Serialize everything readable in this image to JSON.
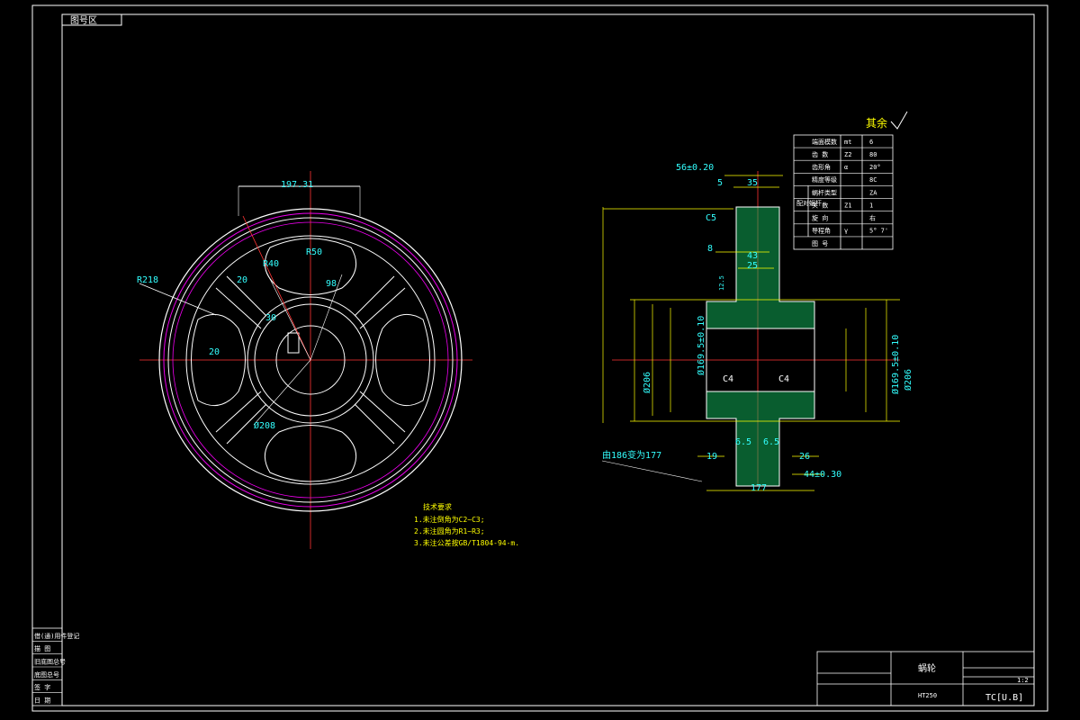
{
  "drawing": {
    "corner_tag": "图号区",
    "dims_left": {
      "d197": "197.31",
      "r218": "R218",
      "d20a": "20",
      "d20b": "20",
      "r40": "R40",
      "r50": "R50",
      "d30": "30",
      "d98": "98",
      "d208": "Ø208"
    },
    "dims_right": {
      "d56": "56±0.20",
      "d5": "5",
      "d35": "35",
      "c5": "C5",
      "d8": "8",
      "d43": "43",
      "d25": "25",
      "d12": "12.5",
      "d206": "Ø206",
      "d169a": "Ø169.5±0.10",
      "d169b": "Ø169.5±0.10",
      "d206b": "Ø206",
      "c4a": "C4",
      "c4b": "C4",
      "d65a": "6.5",
      "d65b": "6.5",
      "d19": "19",
      "d26": "26",
      "d44": "44±0.30",
      "d177": "177",
      "note186": "由186变为177"
    },
    "surface_finish_title": "其余",
    "tech_req": {
      "title": "技术要求",
      "lines": [
        "1.未注倒角为C2~C3;",
        "2.未注圆角为R1~R3;",
        "3.未注公差按GB/T1804-94-m."
      ]
    },
    "param_table": {
      "rows": [
        [
          "端面模数",
          "mt",
          "6"
        ],
        [
          "齿  数",
          "Z2",
          "80"
        ],
        [
          "齿形角",
          "α",
          "20°"
        ],
        [
          "精度等级",
          "",
          "8C"
        ],
        [
          "蜗杆类型",
          "",
          "ZA"
        ],
        [
          "头  数",
          "Z1",
          "1"
        ],
        [
          "旋  向",
          "",
          "右"
        ],
        [
          "导程角",
          "γ",
          "5° 7'"
        ],
        [
          "图  号",
          "",
          ""
        ]
      ],
      "side_label": "配对蜗杆"
    },
    "title_block": {
      "part_name": "蜗轮",
      "material": "HT250",
      "scale_box": "1:2",
      "company": "TC[U.B]"
    },
    "left_strip": [
      "借(通)用件登记",
      "描  图",
      "旧底图总号",
      "底图总号",
      "签  字",
      "日  期"
    ]
  }
}
